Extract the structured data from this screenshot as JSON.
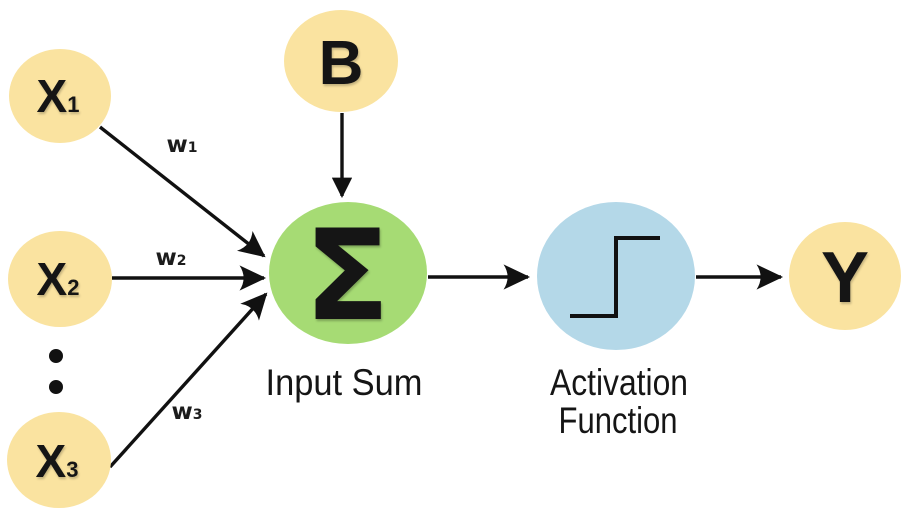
{
  "nodes": {
    "x1": {
      "base": "X",
      "sub": "1"
    },
    "x2": {
      "base": "X",
      "sub": "2"
    },
    "x3": {
      "base": "X",
      "sub": "3"
    },
    "bias": {
      "label": "B"
    },
    "sum": {
      "symbol": "Σ",
      "caption": "Input Sum"
    },
    "activation": {
      "caption_line1": "Activation",
      "caption_line2": "Function"
    },
    "output": {
      "label": "Y"
    }
  },
  "weights": {
    "w1": {
      "base": "w",
      "sub": "1"
    },
    "w2": {
      "base": "w",
      "sub": "2"
    },
    "w3": {
      "base": "w",
      "sub": "3"
    }
  },
  "icons": {
    "activation_icon": "step-function-icon",
    "more_inputs_icon": "vertical-ellipsis-icon"
  },
  "colors": {
    "input_node_fill": "#FAE3A0",
    "bias_node_fill": "#FAE3A0",
    "output_node_fill": "#FAE3A0",
    "sum_node_fill": "#A6DB74",
    "activation_node_fill": "#B4D8E8",
    "caption_text": "#AE3129",
    "arrow_stroke": "#111111"
  }
}
